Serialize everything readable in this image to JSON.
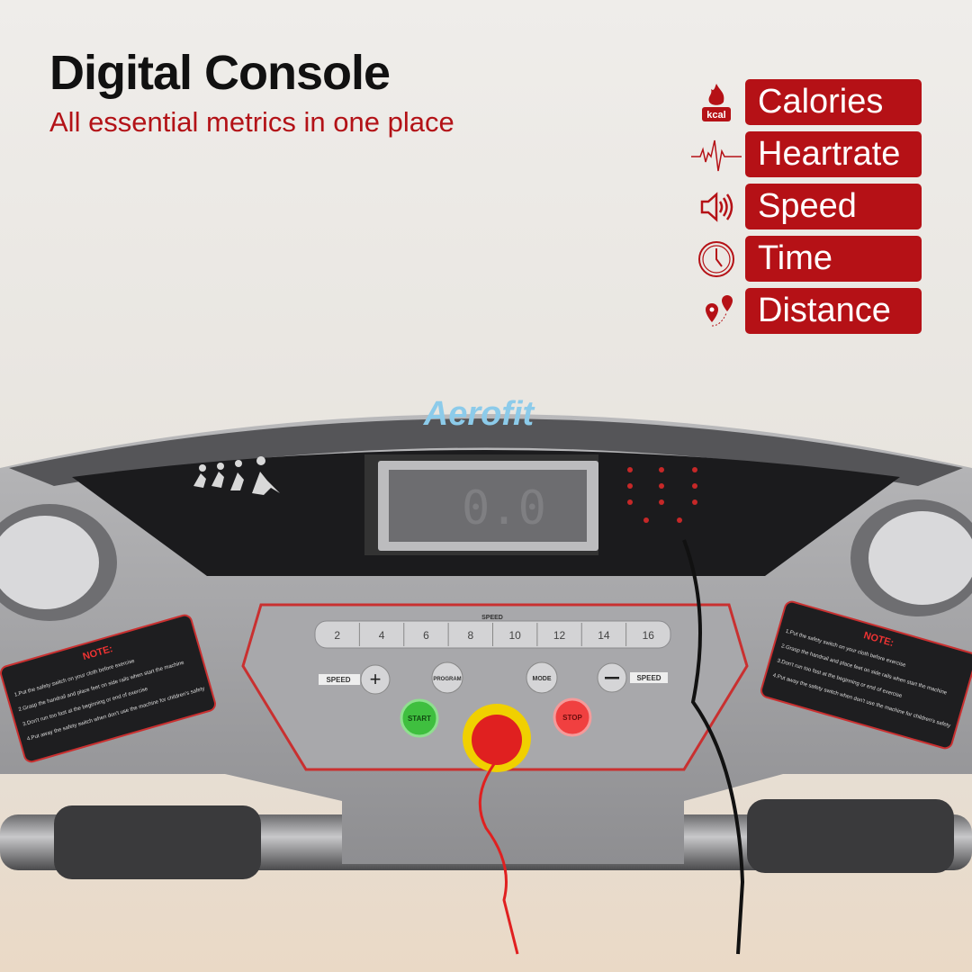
{
  "header": {
    "title": "Digital Console",
    "subtitle": "All essential metrics in one place"
  },
  "features": [
    {
      "label": "Calories",
      "icon": "flame-kcal-icon",
      "icon_text": "kcal"
    },
    {
      "label": "Heartrate",
      "icon": "heartbeat-icon"
    },
    {
      "label": "Speed",
      "icon": "speaker-icon"
    },
    {
      "label": "Time",
      "icon": "clock-icon"
    },
    {
      "label": "Distance",
      "icon": "location-pins-icon"
    }
  ],
  "console": {
    "brand": "Aerofit",
    "display_value": "0.0",
    "speed_label": "SPEED",
    "speed_presets": [
      "2",
      "4",
      "6",
      "8",
      "10",
      "12",
      "14",
      "16"
    ],
    "buttons": {
      "speed_up_label": "SPEED",
      "program": "PROGRAM",
      "mode": "MODE",
      "speed_down_label": "SPEED",
      "start": "START",
      "stop": "STOP"
    },
    "note_title": "NOTE:",
    "notes": [
      "1.Put the safety switch on your cloth before exercise",
      "2.Grasp the handrail and place feet on side rails when start the machine",
      "3.Don't run too fast at the beginning or end of exercise",
      "4.Put away the safety switch when don't use the machine for children's safety"
    ]
  },
  "colors": {
    "accent": "#b51116",
    "brand_blue": "#8ccbea"
  }
}
